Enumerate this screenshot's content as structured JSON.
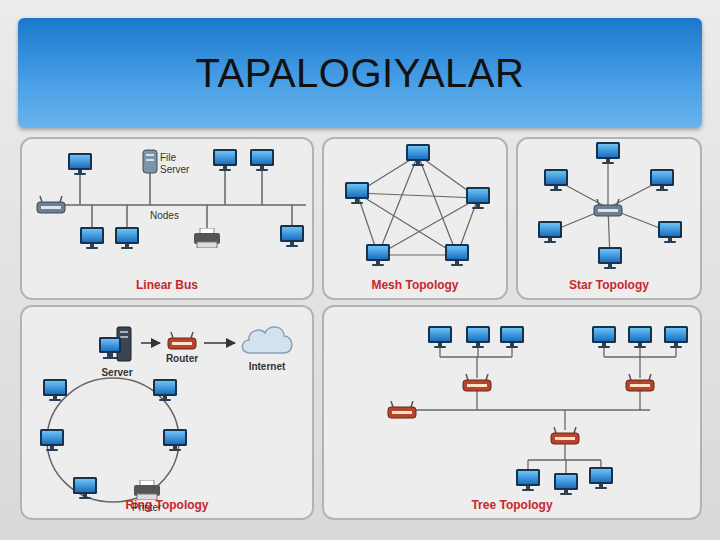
{
  "diagram": {
    "title": "TAPALOGIYALAR",
    "nodes": [
      {
        "text": [
          "Linear Bus"
        ]
      },
      {
        "text": [
          "Mesh Topology"
        ]
      },
      {
        "text": [
          "Star Topology"
        ]
      },
      {
        "text": [
          "Ring Topology"
        ]
      },
      {
        "text": [
          "Server"
        ],
        "in": 3
      },
      {
        "text": [
          "Router"
        ],
        "in": 3
      },
      {
        "text": [
          "Internet"
        ],
        "in": 3
      },
      {
        "text": [
          "Tree Topology"
        ]
      }
    ],
    "edges": [
      {
        "from": 4,
        "to": 5,
        "arrow": "to"
      },
      {
        "from": 5,
        "to": 6,
        "arrow": "to"
      }
    ],
    "labels": [
      "File Server",
      "Nodes",
      "Printer"
    ]
  }
}
